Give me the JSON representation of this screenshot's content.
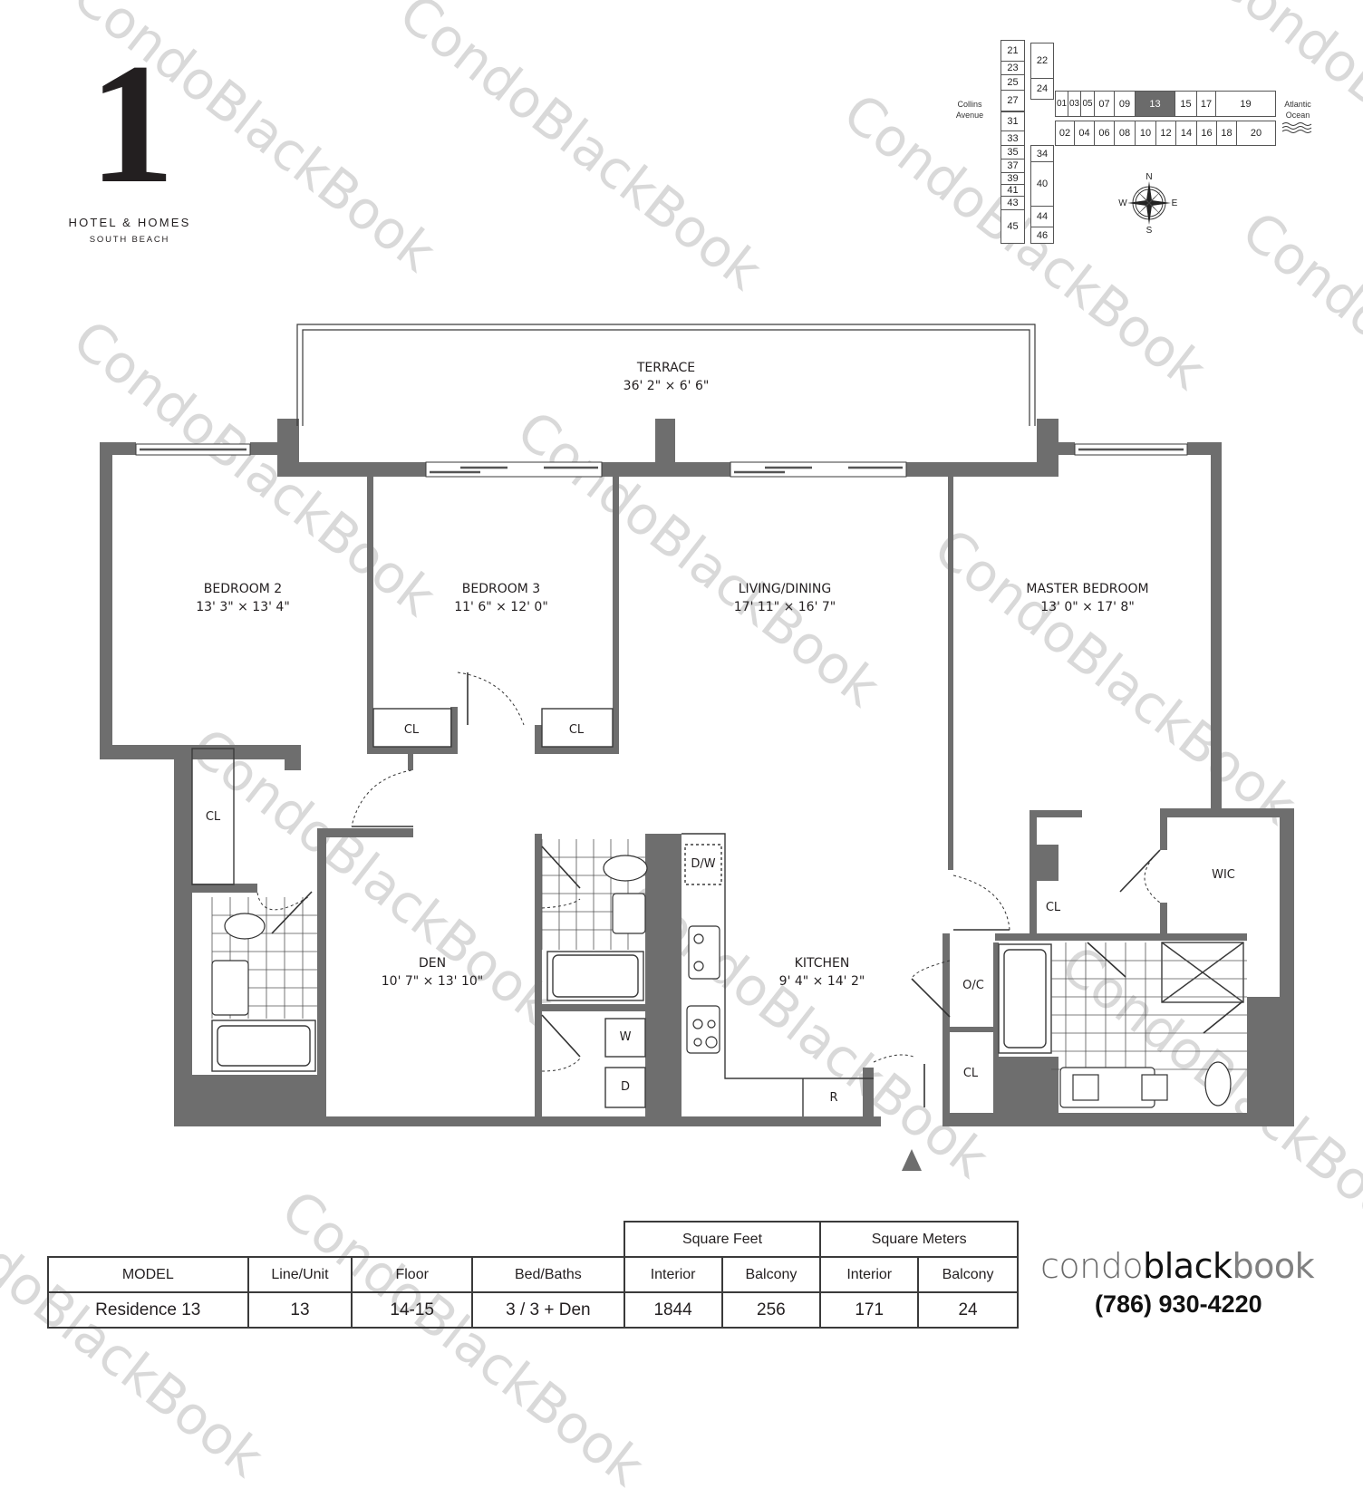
{
  "logo": {
    "numeral": "1",
    "line1": "HOTEL & HOMES",
    "line2": "SOUTH BEACH"
  },
  "keyplan": {
    "street_label": "Collins Avenue",
    "ocean_label": "Atlantic Ocean",
    "highlighted_unit": "13",
    "west_column_units": [
      "21",
      "23",
      "25",
      "27",
      "31",
      "33",
      "35",
      "37",
      "39",
      "41",
      "43",
      "45"
    ],
    "inner_column_units": [
      "22",
      "24",
      "34",
      "40",
      "44",
      "46"
    ],
    "north_row_units": [
      "01",
      "03",
      "05",
      "07",
      "09",
      "13",
      "15",
      "17",
      "19"
    ],
    "south_row_units": [
      "02",
      "04",
      "06",
      "08",
      "10",
      "12",
      "14",
      "16",
      "18",
      "20"
    ],
    "compass": {
      "n": "N",
      "s": "S",
      "e": "E",
      "w": "W"
    },
    "colors": {
      "highlight": "#6b6b6b"
    }
  },
  "rooms": {
    "terrace": {
      "name": "TERRACE",
      "dims": "36' 2\" × 6' 6\""
    },
    "bedroom2": {
      "name": "BEDROOM 2",
      "dims": "13' 3\" × 13' 4\""
    },
    "bedroom3": {
      "name": "BEDROOM 3",
      "dims": "11' 6\" × 12' 0\""
    },
    "living": {
      "name": "LIVING/DINING",
      "dims": "17' 11\" × 16' 7\""
    },
    "master": {
      "name": "MASTER BEDROOM",
      "dims": "13' 0\" × 17' 8\""
    },
    "den": {
      "name": "DEN",
      "dims": "10' 7\" × 13' 10\""
    },
    "kitchen": {
      "name": "KITCHEN",
      "dims": "9' 4\" × 14' 2\""
    },
    "closets": {
      "cl": "CL",
      "oc": "O/C",
      "wic": "WIC"
    },
    "appliances": {
      "dishwasher": "D/W",
      "washer": "W",
      "dryer": "D",
      "refrigerator": "R"
    }
  },
  "table": {
    "group_headers": {
      "sqft": "Square Feet",
      "sqm": "Square Meters"
    },
    "columns": [
      "MODEL",
      "Line/Unit",
      "Floor",
      "Bed/Baths",
      "Interior",
      "Balcony",
      "Interior",
      "Balcony"
    ],
    "row": {
      "model": "Residence 13",
      "line_unit": "13",
      "floor": "14-15",
      "bed_baths": "3 / 3 + Den",
      "sqft_interior": "1844",
      "sqft_balcony": "256",
      "sqm_interior": "171",
      "sqm_balcony": "24"
    }
  },
  "branding": {
    "part1": "condo",
    "part2": "black",
    "part3": "book",
    "phone": "(786) 930-4220",
    "watermark": "CondoBlackBook"
  },
  "colors": {
    "wall": "#6e6e6e",
    "text": "#231f20",
    "line": "#3a3a3a"
  }
}
